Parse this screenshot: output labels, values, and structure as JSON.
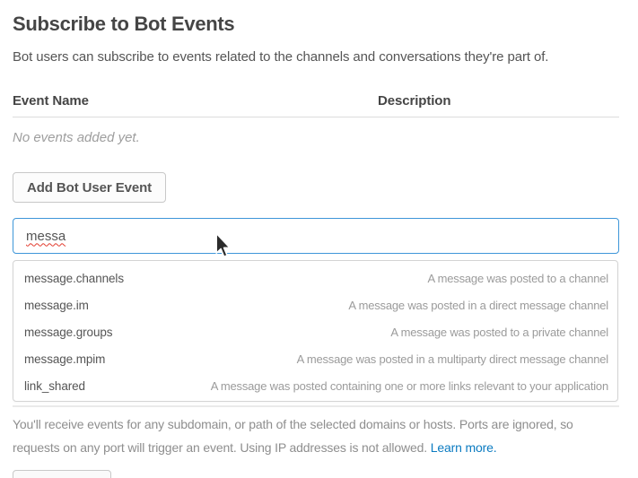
{
  "page": {
    "title": "Subscribe to Bot Events",
    "subtitle": "Bot users can subscribe to events related to the channels and conversations they're part of."
  },
  "events_table": {
    "columns": [
      "Event Name",
      "Description"
    ],
    "empty_message": "No events added yet."
  },
  "actions": {
    "add_event_label": "Add Bot User Event"
  },
  "search": {
    "value": "messa"
  },
  "suggestions": [
    {
      "name": "message.channels",
      "description": "A message was posted to a channel"
    },
    {
      "name": "message.im",
      "description": "A message was posted in a direct message channel"
    },
    {
      "name": "message.groups",
      "description": "A message was posted to a private channel"
    },
    {
      "name": "message.mpim",
      "description": "A message was posted in a multiparty direct message channel"
    },
    {
      "name": "link_shared",
      "description": "A message was posted containing one or more links relevant to your application"
    }
  ],
  "footer": {
    "line1": "You'll receive events for any subdomain, or path of the selected domains or hosts. Ports are ignored, so",
    "line2": "requests on any port will trigger an event. Using IP addresses is not allowed.",
    "link_label": "Learn more."
  },
  "colors": {
    "input_focus_border": "#3e96d9",
    "link_blue": "#0b7bc1",
    "heading_text": "#454545",
    "body_text": "#555555",
    "muted_text": "#9b9b9b"
  }
}
